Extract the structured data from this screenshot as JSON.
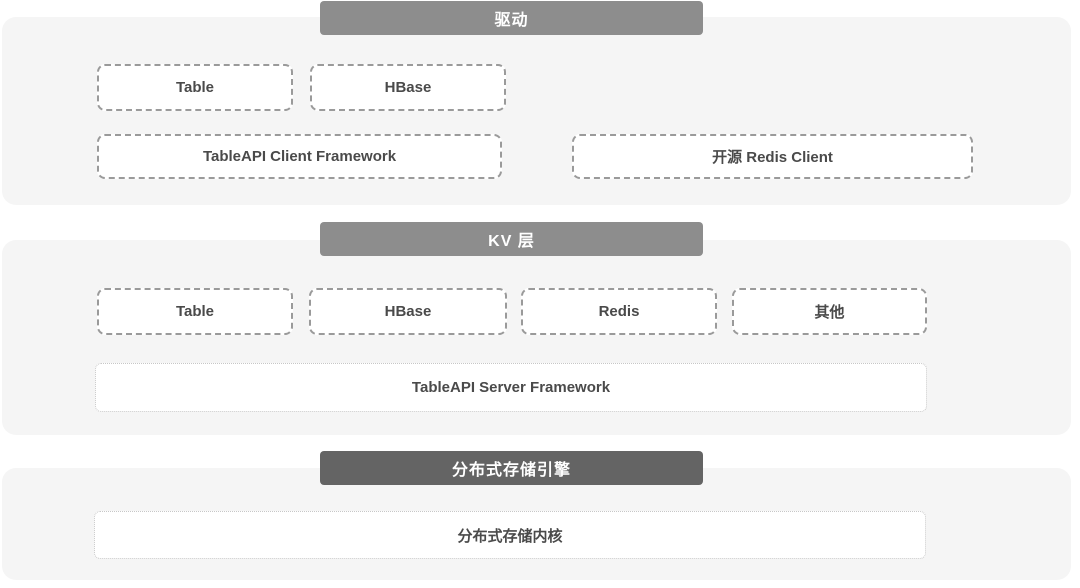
{
  "diagram": {
    "layers": [
      {
        "title": "驱动",
        "rows": [
          [
            "Table",
            "HBase"
          ],
          [
            "TableAPI Client Framework",
            "开源 Redis Client"
          ]
        ]
      },
      {
        "title": "KV 层",
        "rows": [
          [
            "Table",
            "HBase",
            "Redis",
            "其他"
          ],
          [
            "TableAPI Server Framework"
          ]
        ]
      },
      {
        "title": "分布式存储引擎",
        "rows": [
          [
            "分布式存储内核"
          ]
        ]
      }
    ],
    "palette": {
      "section_bg": "#f5f5f5",
      "header_bg": "#8d8d8d",
      "header_bg_dark": "#646464",
      "header_text": "#ffffff",
      "box_bg": "#ffffff",
      "box_text": "#4a4a4a",
      "box_border_dashed": "#9a9a9a",
      "box_border_dotted": "#c7c7c7"
    }
  }
}
